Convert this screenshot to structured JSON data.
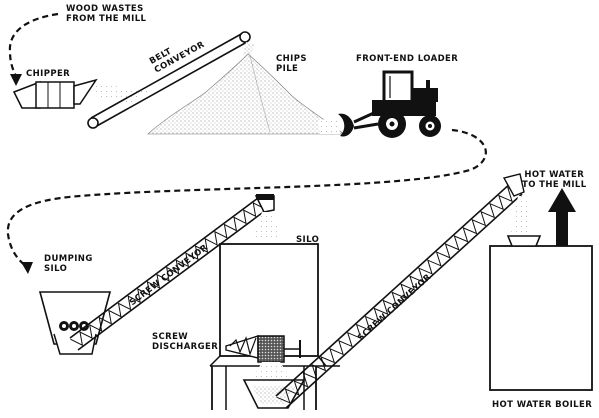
{
  "labels": {
    "wood_wastes": [
      "WOOD  WASTES",
      "FROM THE MILL"
    ],
    "chipper": "CHIPPER",
    "belt_conveyor": [
      "BELT",
      "CONVEYOR"
    ],
    "chips_pile": [
      "CHIPS",
      "PILE"
    ],
    "front_end_loader": "FRONT-END LOADER",
    "hot_water": [
      "HOT  WATER",
      "TO THE MILL"
    ],
    "dumping_silo": [
      "DUMPING",
      "SILO"
    ],
    "screw_conveyor_left": "SCREW  CONVEYOR",
    "silo": "SILO",
    "screw_discharger": [
      "SCREW",
      "DISCHARGER"
    ],
    "screw_conveyor_right": "SCREW  CONVEYOR",
    "hot_water_boiler": "HOT WATER BOILER"
  },
  "colors": {
    "ink": "#111111",
    "stipple": "#8c8c8c",
    "paper": "#ffffff"
  }
}
